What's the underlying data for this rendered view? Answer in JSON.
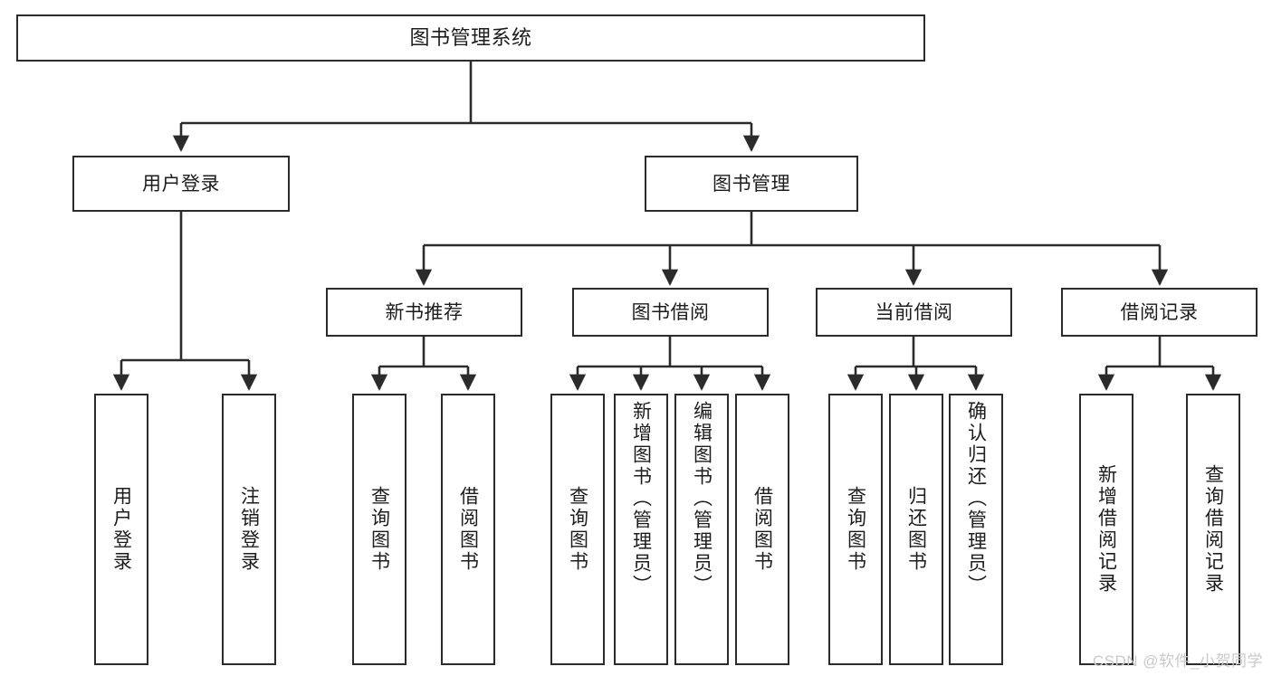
{
  "diagram": {
    "title": "图书管理系统",
    "type": "hierarchy-tree",
    "background_color": "#ffffff",
    "stroke_color": "#2b2b2b",
    "text_color": "#1c1c1c",
    "levels": 4
  },
  "nodes": {
    "root": {
      "label": "图书管理系统"
    },
    "level2": [
      {
        "label": "用户登录"
      },
      {
        "label": "图书管理"
      }
    ],
    "level3": [
      {
        "label": "新书推荐"
      },
      {
        "label": "图书借阅"
      },
      {
        "label": "当前借阅"
      },
      {
        "label": "借阅记录"
      }
    ],
    "leaves_user_login": [
      {
        "label": "用户登录"
      },
      {
        "label": "注销登录"
      }
    ],
    "leaves_new_book": [
      {
        "label": "查询图书"
      },
      {
        "label": "借阅图书"
      }
    ],
    "leaves_borrow": [
      {
        "label": "查询图书"
      },
      {
        "label": "新增图书（管理员）"
      },
      {
        "label": "编辑图书（管理员）"
      },
      {
        "label": "借阅图书"
      }
    ],
    "leaves_current": [
      {
        "label": "查询图书"
      },
      {
        "label": "归还图书"
      },
      {
        "label": "确认归还（管理员）"
      }
    ],
    "leaves_records": [
      {
        "label": "新增借阅记录"
      },
      {
        "label": "查询借阅记录"
      }
    ]
  },
  "watermark": {
    "text": "CSDN @软件_小贺同学",
    "color": "#c9c9c9"
  }
}
